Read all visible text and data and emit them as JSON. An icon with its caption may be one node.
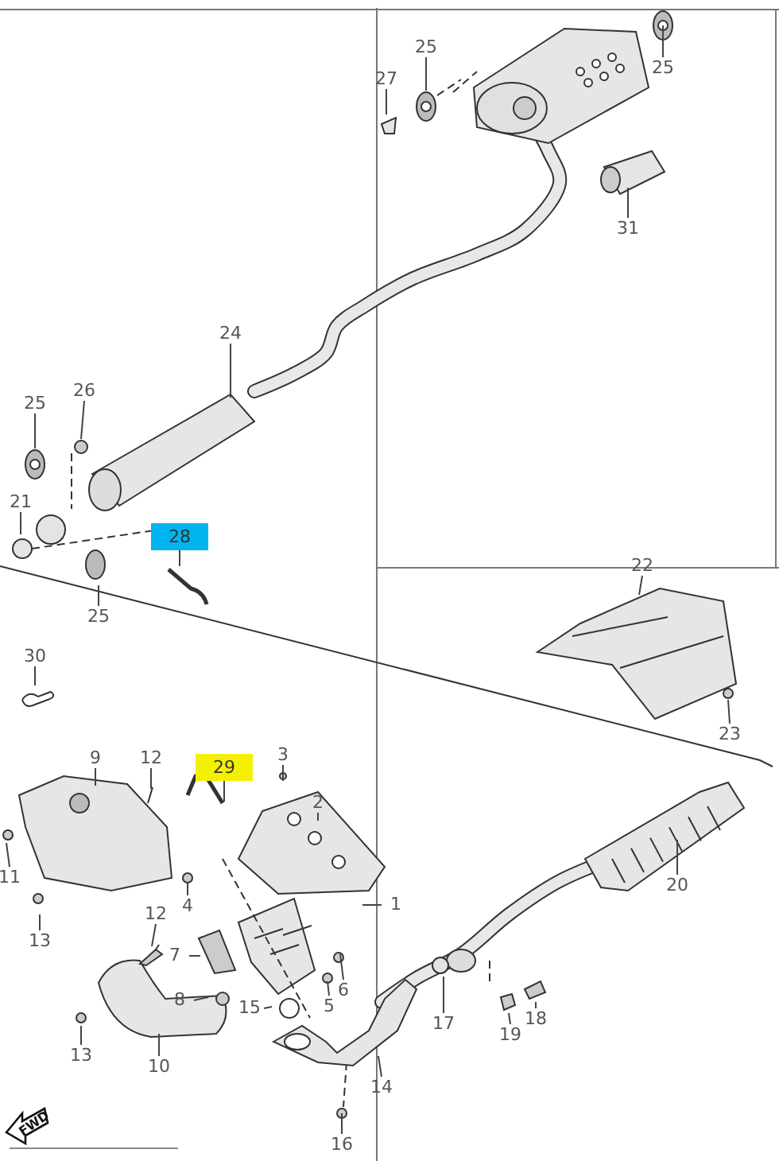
{
  "diagram": {
    "nodes": [
      {
        "text": [
          "25"
        ]
      },
      {
        "text": [
          "27"
        ]
      },
      {
        "text": [
          "25"
        ]
      },
      {
        "text": [
          "31"
        ]
      },
      {
        "text": [
          "24"
        ]
      },
      {
        "text": [
          "26"
        ]
      },
      {
        "text": [
          "25"
        ]
      },
      {
        "text": [
          "21"
        ]
      },
      {
        "text": [
          "28"
        ]
      },
      {
        "text": [
          "25"
        ]
      },
      {
        "text": [
          "22"
        ]
      },
      {
        "text": [
          "30"
        ]
      },
      {
        "text": [
          "23"
        ]
      },
      {
        "text": [
          "9"
        ]
      },
      {
        "text": [
          "12"
        ]
      },
      {
        "text": [
          "29"
        ]
      },
      {
        "text": [
          "3"
        ]
      },
      {
        "text": [
          "2"
        ]
      },
      {
        "text": [
          "11"
        ]
      },
      {
        "text": [
          "4"
        ]
      },
      {
        "text": [
          "1"
        ]
      },
      {
        "text": [
          "13"
        ]
      },
      {
        "text": [
          "12"
        ]
      },
      {
        "text": [
          "20"
        ]
      },
      {
        "text": [
          "7"
        ]
      },
      {
        "text": [
          "6"
        ]
      },
      {
        "text": [
          "8"
        ]
      },
      {
        "text": [
          "15"
        ]
      },
      {
        "text": [
          "5"
        ]
      },
      {
        "text": [
          "17"
        ]
      },
      {
        "text": [
          "18"
        ]
      },
      {
        "text": [
          "19"
        ]
      },
      {
        "text": [
          "13"
        ]
      },
      {
        "text": [
          "10"
        ]
      },
      {
        "text": [
          "14"
        ]
      },
      {
        "text": [
          "16"
        ]
      },
      {
        "text": [],
        "shape": "picture"
      },
      {
        "text": [],
        "shape": "picture"
      },
      {
        "text": [],
        "shape": "picture"
      },
      {
        "text": [],
        "shape": "picture"
      },
      {
        "text": [],
        "shape": "picture"
      },
      {
        "text": [],
        "shape": "picture"
      }
    ],
    "edges": [
      {
        "from": 0,
        "to": 36,
        "arrow": "none"
      },
      {
        "from": 1,
        "to": null,
        "arrow": "none"
      },
      {
        "from": 2,
        "to": null,
        "arrow": "none"
      },
      {
        "from": 3,
        "to": null,
        "arrow": "none"
      },
      {
        "from": 4,
        "to": null,
        "arrow": "none"
      },
      {
        "from": 5,
        "to": null,
        "arrow": "none"
      },
      {
        "from": 6,
        "to": 37,
        "arrow": "none"
      },
      {
        "from": 7,
        "to": null,
        "arrow": "none"
      },
      {
        "from": 8,
        "to": null,
        "arrow": "none"
      },
      {
        "from": 9,
        "to": null,
        "arrow": "none"
      },
      {
        "from": 10,
        "to": null,
        "arrow": "none"
      },
      {
        "from": 11,
        "to": null,
        "arrow": "none"
      },
      {
        "from": 12,
        "to": null,
        "arrow": "none"
      },
      {
        "from": 13,
        "to": null,
        "arrow": "none"
      },
      {
        "from": 14,
        "to": null,
        "arrow": "none"
      },
      {
        "from": 15,
        "to": null,
        "arrow": "none"
      },
      {
        "from": 16,
        "to": null,
        "arrow": "none"
      },
      {
        "from": 17,
        "to": null,
        "arrow": "none"
      },
      {
        "from": 18,
        "to": null,
        "arrow": "none"
      },
      {
        "from": 19,
        "to": null,
        "arrow": "none"
      },
      {
        "from": 20,
        "to": null,
        "arrow": "none"
      },
      {
        "from": 21,
        "to": null,
        "arrow": "none"
      },
      {
        "from": 22,
        "to": 38,
        "arrow": "none"
      },
      {
        "from": 23,
        "to": null,
        "arrow": "none"
      },
      {
        "from": 24,
        "to": 41,
        "arrow": "none"
      },
      {
        "from": 25,
        "to": null,
        "arrow": "none"
      },
      {
        "from": 26,
        "to": null,
        "arrow": "none"
      },
      {
        "from": 27,
        "to": null,
        "arrow": "none"
      },
      {
        "from": 28,
        "to": null,
        "arrow": "none"
      },
      {
        "from": 29,
        "to": null,
        "arrow": "none"
      },
      {
        "from": 30,
        "to": 39,
        "arrow": "none"
      },
      {
        "from": 31,
        "to": 40,
        "arrow": "none"
      },
      {
        "from": 32,
        "to": null,
        "arrow": "none"
      },
      {
        "from": 33,
        "to": null,
        "arrow": "none"
      },
      {
        "from": 34,
        "to": null,
        "arrow": "none"
      },
      {
        "from": 35,
        "to": null,
        "arrow": "none"
      }
    ],
    "labels": [
      "FWD"
    ]
  }
}
